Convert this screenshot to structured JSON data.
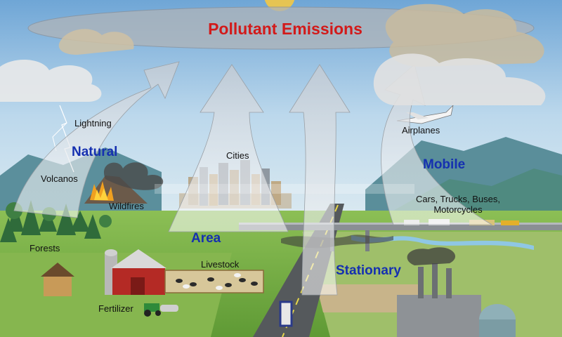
{
  "title": "Pollutant Emissions",
  "categories": {
    "natural": "Natural",
    "area": "Area",
    "mobile": "Mobile",
    "stationary": "Stationary"
  },
  "sources": {
    "lightning": "Lightning",
    "volcanos": "Volcanos",
    "wildfires": "Wildfires",
    "forests": "Forests",
    "cities": "Cities",
    "livestock": "Livestock",
    "fertilizer": "Fertilizer",
    "airplanes": "Airplanes",
    "vehicles_line1": "Cars, Trucks, Buses,",
    "vehicles_line2": "Motorcycles"
  },
  "colors": {
    "title": "#d21a1a",
    "category": "#1530b0",
    "sky_top": "#6fa6d6",
    "grass": "#7fb24a"
  }
}
